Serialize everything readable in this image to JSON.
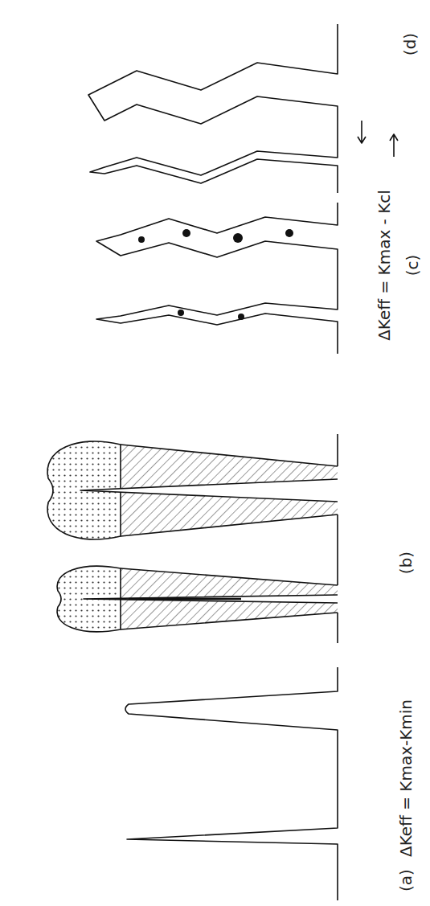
{
  "diagram": {
    "labels": [
      "ΔKeff = Kmax-Kmin",
      "(a)",
      "(b)",
      "ΔKeff = Kmax - Kcl",
      "(c)",
      "(d)"
    ]
  }
}
